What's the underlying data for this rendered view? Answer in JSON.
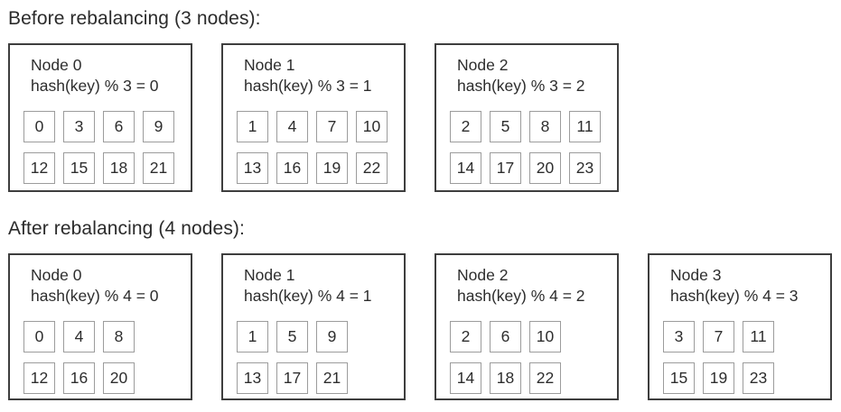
{
  "colors": {
    "background": "#ffffff",
    "node_box_border": "#3e3e3e",
    "key_cell_border": "#9c9c9c",
    "text": "#2d2d2d"
  },
  "sections": [
    {
      "id": "before",
      "title": "Before rebalancing (3 nodes):",
      "nodes": [
        {
          "name": "Node 0",
          "formula": "hash(key) % 3 = 0",
          "key_rows": [
            [
              "0",
              "3",
              "6",
              "9"
            ],
            [
              "12",
              "15",
              "18",
              "21"
            ]
          ]
        },
        {
          "name": "Node 1",
          "formula": "hash(key) % 3 = 1",
          "key_rows": [
            [
              "1",
              "4",
              "7",
              "10"
            ],
            [
              "13",
              "16",
              "19",
              "22"
            ]
          ]
        },
        {
          "name": "Node 2",
          "formula": "hash(key) % 3 = 2",
          "key_rows": [
            [
              "2",
              "5",
              "8",
              "11"
            ],
            [
              "14",
              "17",
              "20",
              "23"
            ]
          ]
        }
      ]
    },
    {
      "id": "after",
      "title": "After rebalancing (4 nodes):",
      "nodes": [
        {
          "name": "Node 0",
          "formula": "hash(key) % 4 = 0",
          "key_rows": [
            [
              "0",
              "4",
              "8"
            ],
            [
              "12",
              "16",
              "20"
            ]
          ]
        },
        {
          "name": "Node 1",
          "formula": "hash(key) % 4 = 1",
          "key_rows": [
            [
              "1",
              "5",
              "9"
            ],
            [
              "13",
              "17",
              "21"
            ]
          ]
        },
        {
          "name": "Node 2",
          "formula": "hash(key) % 4 = 2",
          "key_rows": [
            [
              "2",
              "6",
              "10"
            ],
            [
              "14",
              "18",
              "22"
            ]
          ]
        },
        {
          "name": "Node 3",
          "formula": "hash(key) % 4 = 3",
          "key_rows": [
            [
              "3",
              "7",
              "11"
            ],
            [
              "15",
              "19",
              "23"
            ]
          ]
        }
      ]
    }
  ]
}
